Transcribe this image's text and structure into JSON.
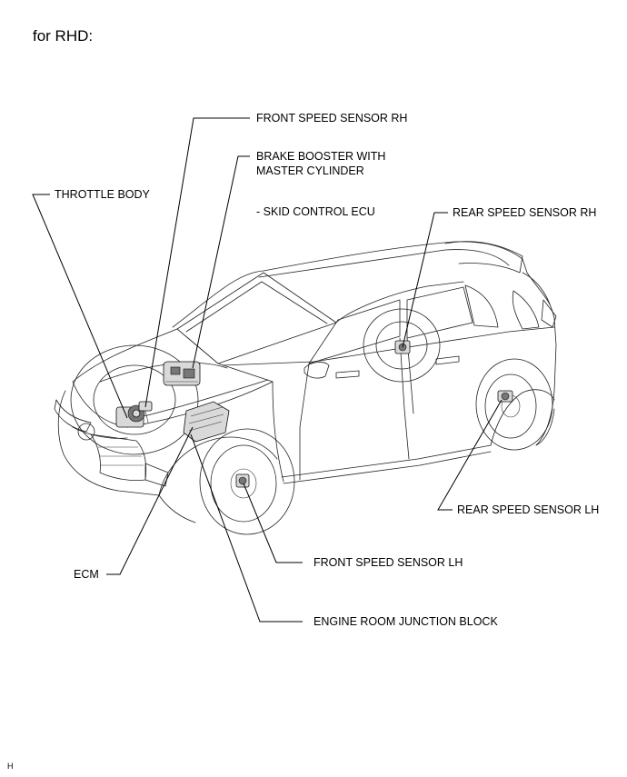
{
  "heading": "for RHD:",
  "labels": {
    "front_speed_sensor_rh": "FRONT SPEED SENSOR RH",
    "brake_booster_line1": "BRAKE BOOSTER WITH",
    "brake_booster_line2": "MASTER CYLINDER",
    "skid_control_ecu": "- SKID CONTROL ECU",
    "throttle_body": "THROTTLE BODY",
    "rear_speed_sensor_rh": "REAR SPEED SENSOR RH",
    "rear_speed_sensor_lh": "REAR SPEED SENSOR LH",
    "front_speed_sensor_lh": "FRONT SPEED SENSOR LH",
    "ecm": "ECM",
    "engine_room_junction_block": "ENGINE ROOM JUNCTION BLOCK"
  },
  "corner_mark": "H"
}
